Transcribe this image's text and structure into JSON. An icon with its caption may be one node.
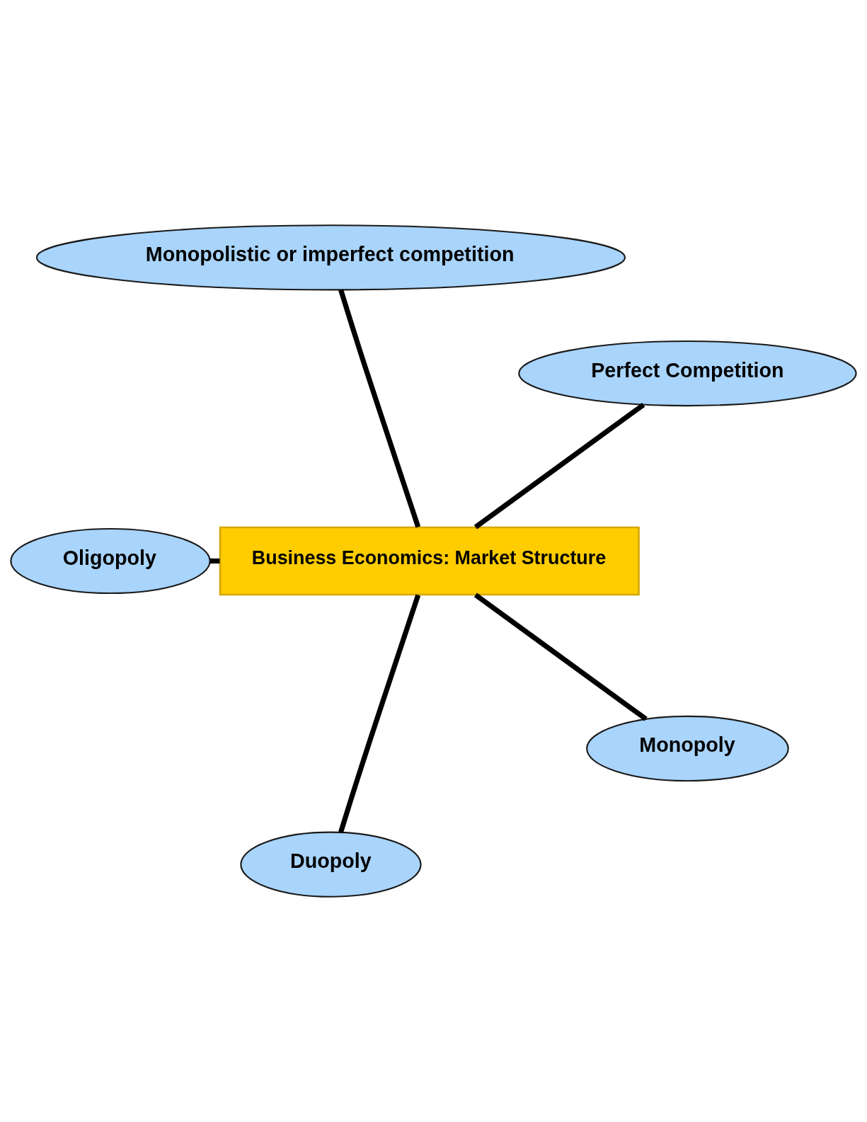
{
  "diagram": {
    "nodes": [
      {
        "text": [
          "Monopolistic or imperfect competition"
        ]
      },
      {
        "text": [
          "Perfect Competition"
        ]
      },
      {
        "text": [
          "Oligopoly"
        ]
      },
      {
        "text": [
          "Business Economics: Market Structure"
        ]
      },
      {
        "text": [
          "Monopoly"
        ]
      },
      {
        "text": [
          "Duopoly"
        ]
      }
    ],
    "edges": [
      {
        "from": 3,
        "to": 0,
        "arrow": "none"
      },
      {
        "from": 3,
        "to": 1,
        "arrow": "none"
      },
      {
        "from": 3,
        "to": 4,
        "arrow": "none"
      },
      {
        "from": 3,
        "to": 5,
        "arrow": "none"
      },
      {
        "from": 3,
        "to": 2,
        "arrow": "none"
      }
    ]
  }
}
